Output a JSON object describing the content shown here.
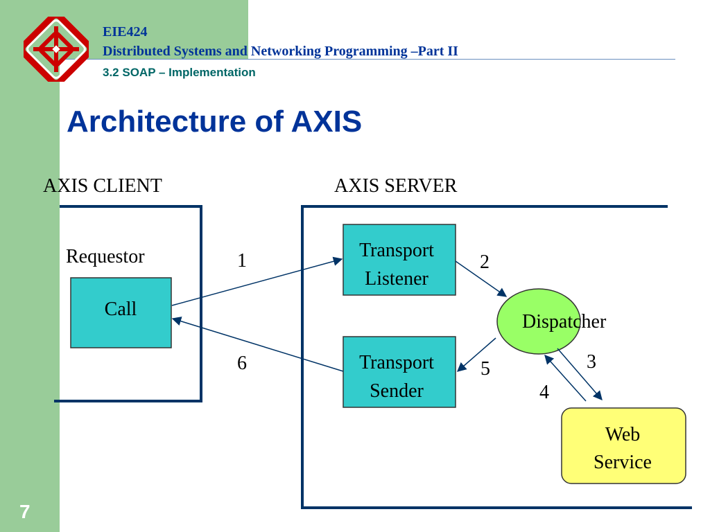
{
  "header": {
    "course_code": "EIE424",
    "course_name": "Distributed Systems and Networking Programming –Part II",
    "section": "3.2 SOAP – Implementation"
  },
  "slide": {
    "title": "Architecture of AXIS",
    "page_number": "7"
  },
  "diagram": {
    "client_label": "AXIS CLIENT",
    "server_label": "AXIS SERVER",
    "requestor_label": "Requestor",
    "call_label": "Call",
    "transport_listener": [
      "Transport",
      "Listener"
    ],
    "transport_sender": [
      "Transport",
      "Sender"
    ],
    "dispatcher_label": "Dispatcher",
    "web_service": [
      "Web",
      "Service"
    ],
    "steps": [
      "1",
      "2",
      "3",
      "4",
      "5",
      "6"
    ]
  },
  "colors": {
    "green_band": "#99cc99",
    "title_blue": "#003399",
    "section_teal": "#006666",
    "box_cyan": "#33cccc",
    "dispatcher_green": "#99ff66",
    "web_service_yellow": "#ffff77",
    "frame_blue": "#003366",
    "arrow_blue": "#003366",
    "logo_red": "#cc0000"
  }
}
